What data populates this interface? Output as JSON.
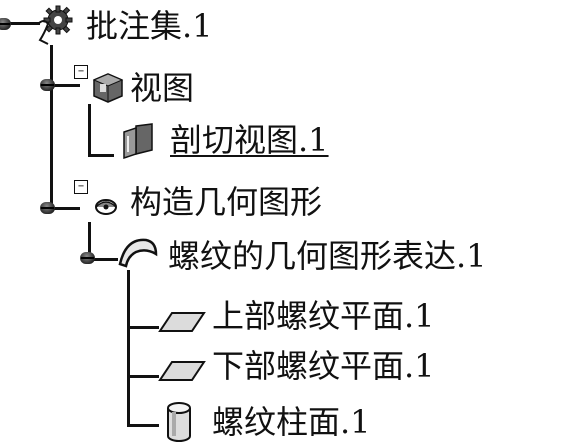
{
  "tree": {
    "root": {
      "label": "批注集.1",
      "icon": "gear-icon",
      "children": [
        {
          "label": "视图",
          "icon": "view-icon",
          "expand_marker": "−",
          "children": [
            {
              "label": "剖切视图.1",
              "icon": "section-view-icon",
              "underlined": true
            }
          ]
        },
        {
          "label": "构造几何图形",
          "icon": "construction-geometry-icon",
          "expand_marker": "−",
          "children": [
            {
              "label": "螺纹的几何图形表达.1",
              "icon": "surface-icon",
              "children": [
                {
                  "label": "上部螺纹平面.1",
                  "icon": "plane-icon"
                },
                {
                  "label": "下部螺纹平面.1",
                  "icon": "plane-icon"
                },
                {
                  "label": "螺纹柱面.1",
                  "icon": "cylinder-icon"
                }
              ]
            }
          ]
        }
      ]
    }
  }
}
